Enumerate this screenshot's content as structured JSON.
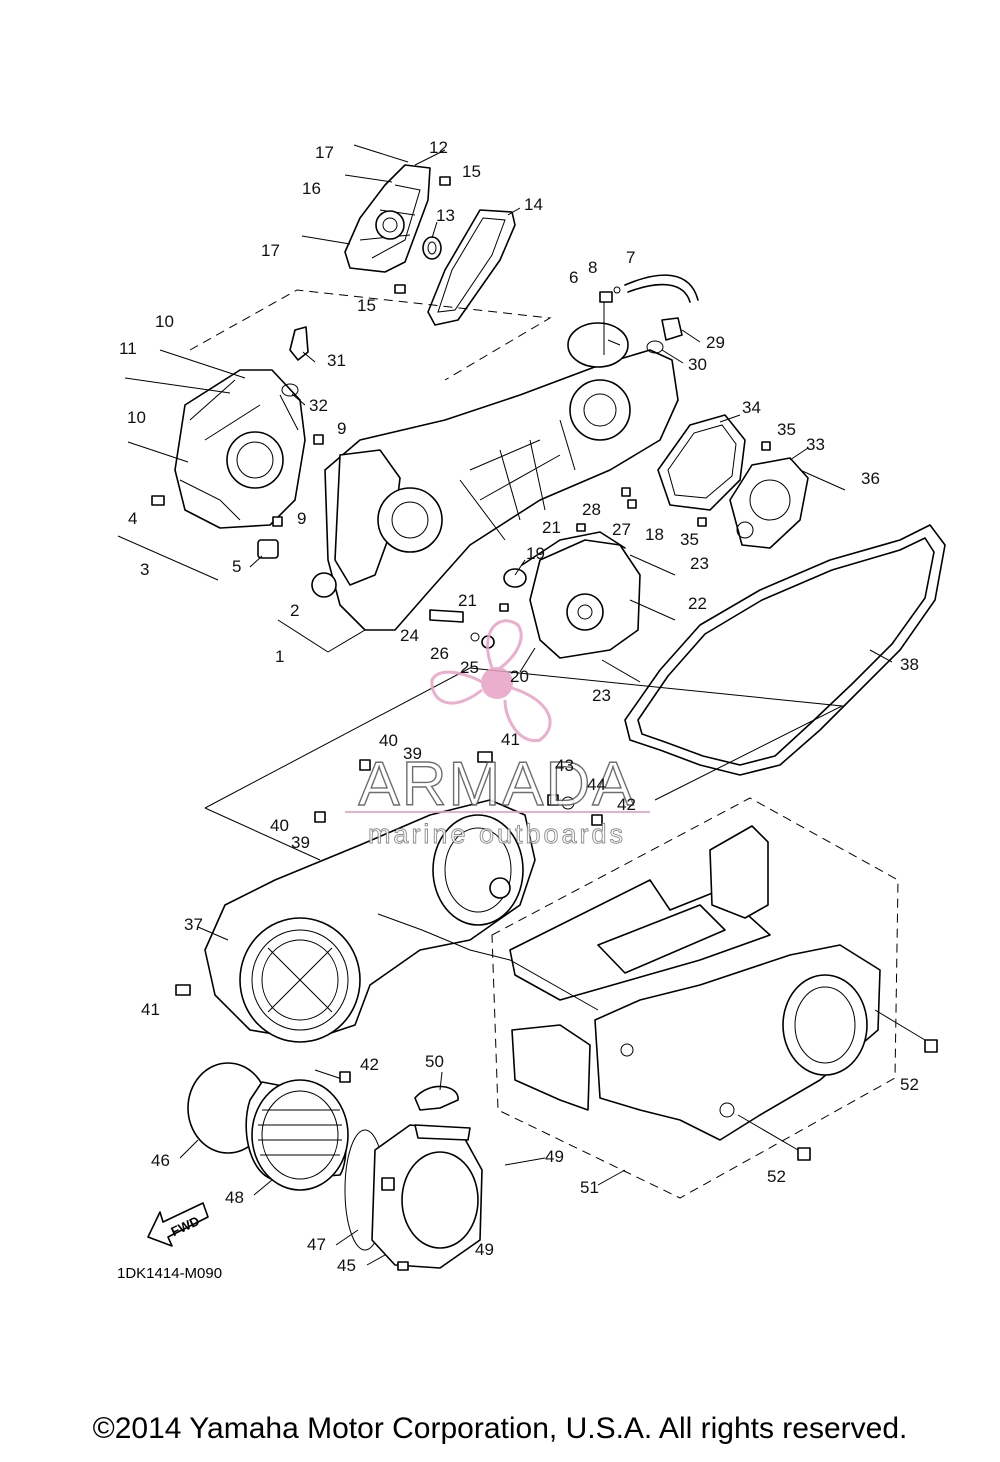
{
  "diagram": {
    "code": "1DK1414-M090",
    "fwd_label": "FWD",
    "copyright": "©2014 Yamaha Motor Corporation, U.S.A. All rights reserved.",
    "watermark": {
      "brand": "ARMADA",
      "tagline": "marine outboards",
      "color": "#e8a0c4"
    },
    "callouts": [
      "1",
      "2",
      "3",
      "4",
      "5",
      "6",
      "7",
      "8",
      "9",
      "10",
      "11",
      "12",
      "13",
      "14",
      "15",
      "16",
      "17",
      "18",
      "19",
      "20",
      "21",
      "22",
      "23",
      "24",
      "25",
      "26",
      "27",
      "28",
      "29",
      "30",
      "31",
      "32",
      "33",
      "34",
      "35",
      "36",
      "37",
      "38",
      "39",
      "40",
      "41",
      "42",
      "43",
      "44",
      "45",
      "46",
      "47",
      "48",
      "49",
      "50",
      "51",
      "52"
    ]
  }
}
